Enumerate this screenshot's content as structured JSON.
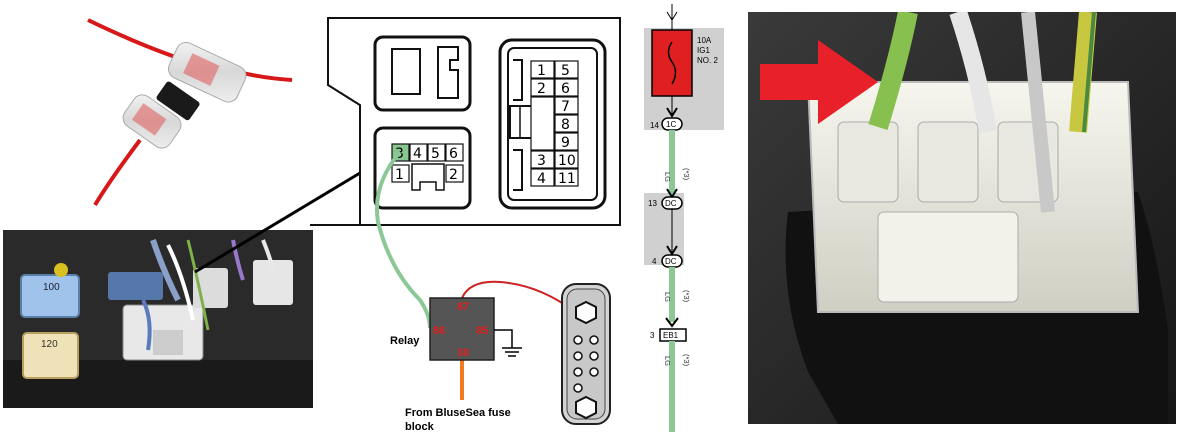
{
  "fuse_block": {
    "pins_small": [
      "3",
      "4",
      "5",
      "6",
      "1",
      "2"
    ],
    "pins_large": [
      "1",
      "5",
      "2",
      "6",
      "7",
      "8",
      "9",
      "3",
      "10",
      "4",
      "11"
    ]
  },
  "relay": {
    "label": "Relay",
    "pin_87": "87",
    "pin_86": "86",
    "pin_85": "85",
    "pin_30": "30",
    "source_label_line1": "From BluseSea fuse",
    "source_label_line2": "block"
  },
  "wiring_diagram": {
    "fuse_rating": "10A",
    "fuse_circuit": "IG1",
    "fuse_no": "NO. 2",
    "connector_1_pin": "14",
    "connector_1_name": "1C",
    "connector_2_pin": "13",
    "connector_2_name": "DC",
    "connector_3_pin": "4",
    "connector_3_name": "DC",
    "connector_4_pin": "3",
    "connector_4_name": "EB1",
    "wire_color": "LG",
    "wire_note": "(*3)"
  },
  "photo_fuse": {
    "fuse_100": "100",
    "fuse_120": "120"
  },
  "colors": {
    "wire_green": "#8cc896",
    "relay_body": "#555555",
    "arrow_red": "#e8202a",
    "fuse_red": "#e02020",
    "wire_red": "#cc2222",
    "orange_wire": "#f07a20"
  }
}
